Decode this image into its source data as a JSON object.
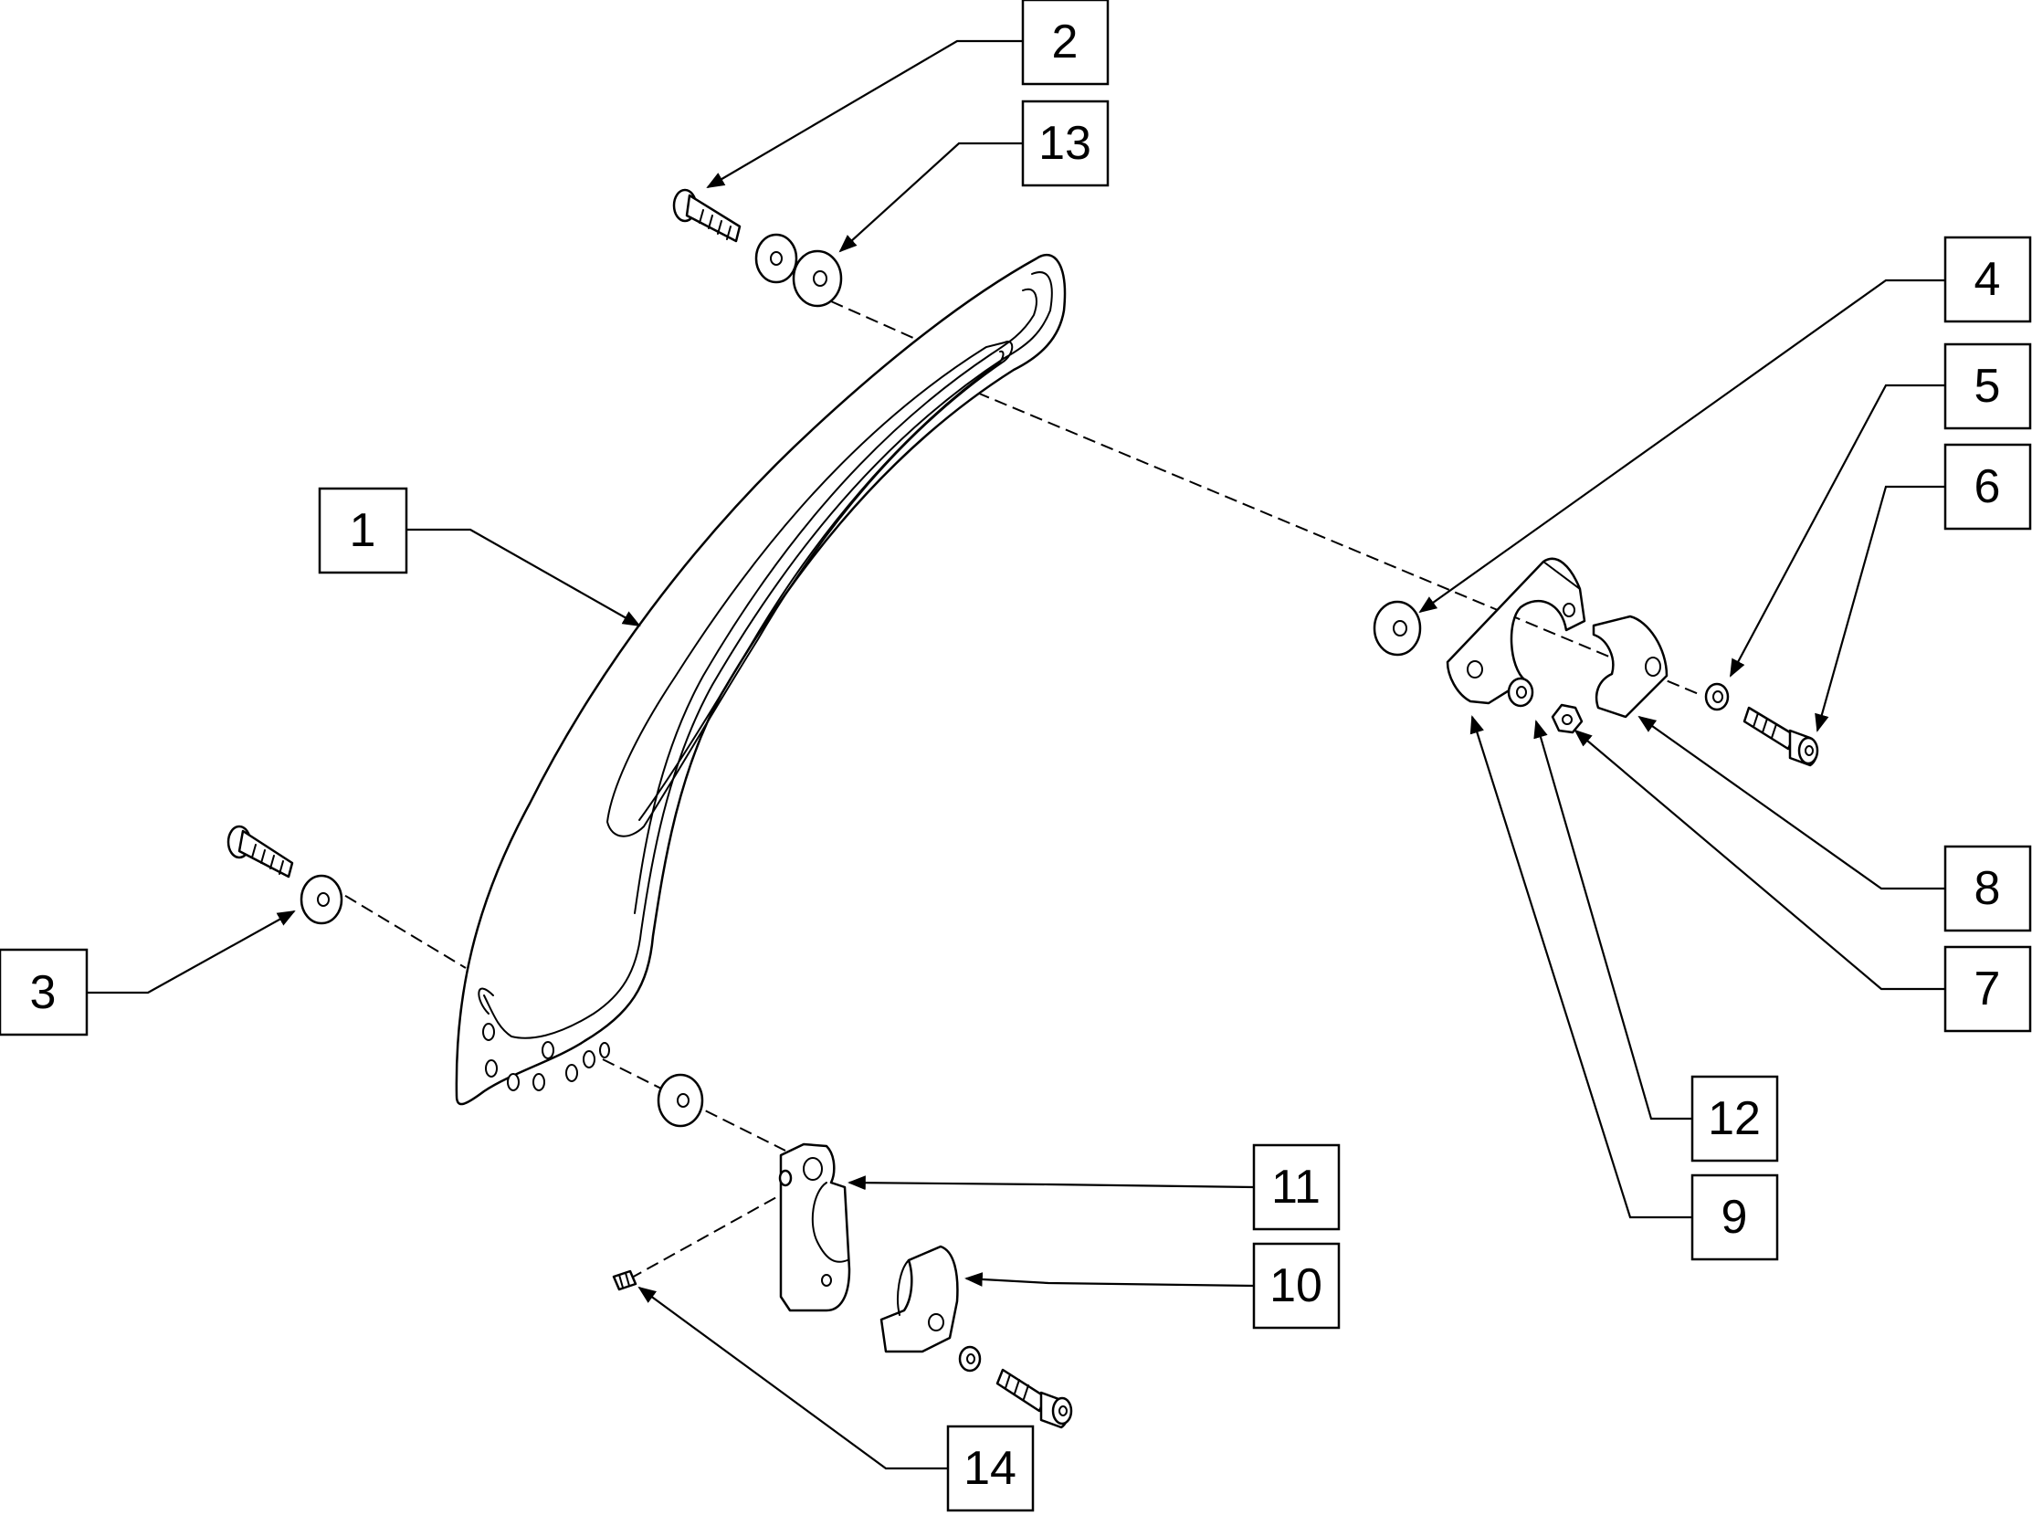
{
  "callouts": [
    {
      "id": "1",
      "label": "1"
    },
    {
      "id": "2",
      "label": "2"
    },
    {
      "id": "3",
      "label": "3"
    },
    {
      "id": "4",
      "label": "4"
    },
    {
      "id": "5",
      "label": "5"
    },
    {
      "id": "6",
      "label": "6"
    },
    {
      "id": "7",
      "label": "7"
    },
    {
      "id": "8",
      "label": "8"
    },
    {
      "id": "9",
      "label": "9"
    },
    {
      "id": "10",
      "label": "10"
    },
    {
      "id": "11",
      "label": "11"
    },
    {
      "id": "12",
      "label": "12"
    },
    {
      "id": "13",
      "label": "13"
    },
    {
      "id": "14",
      "label": "14"
    }
  ],
  "colors": {
    "line": "#000000",
    "background": "#ffffff"
  }
}
